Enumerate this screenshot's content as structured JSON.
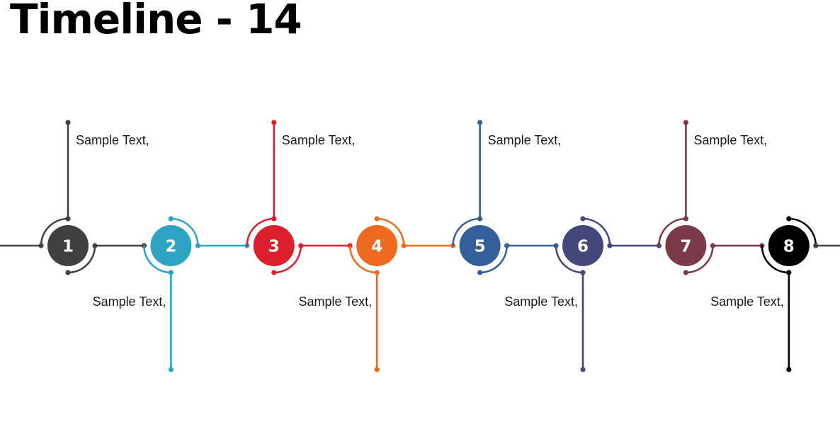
{
  "title": "Timeline - 14",
  "colors": {
    "base_line": "#444444"
  },
  "milestones": [
    {
      "number": "1",
      "color": "#404040",
      "label": "Sample Text,",
      "position": "top"
    },
    {
      "number": "2",
      "color": "#2EA3C2",
      "label": "Sample Text,",
      "position": "bottom"
    },
    {
      "number": "3",
      "color": "#DC1F2C",
      "label": "Sample Text,",
      "position": "top"
    },
    {
      "number": "4",
      "color": "#EE6A1E",
      "label": "Sample Text,",
      "position": "bottom"
    },
    {
      "number": "5",
      "color": "#335F9A",
      "label": "Sample Text,",
      "position": "top"
    },
    {
      "number": "6",
      "color": "#44477A",
      "label": "Sample Text,",
      "position": "bottom"
    },
    {
      "number": "7",
      "color": "#7B3A4A",
      "label": "Sample Text,",
      "position": "top"
    },
    {
      "number": "8",
      "color": "#000000",
      "label": "Sample Text,",
      "position": "bottom"
    }
  ]
}
